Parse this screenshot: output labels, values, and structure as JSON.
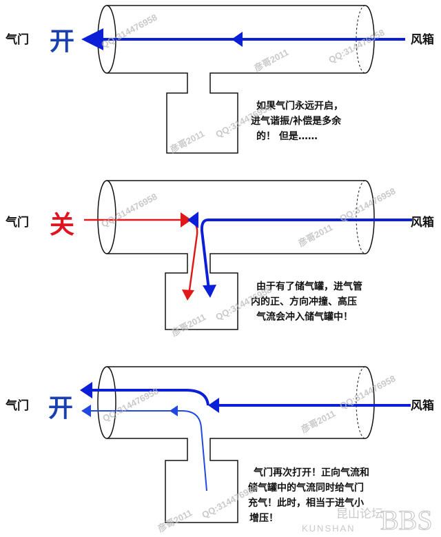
{
  "labels": {
    "valve": "气门",
    "airbox": "风箱"
  },
  "panels": [
    {
      "state": "开",
      "state_color": "#1a3fb0",
      "caption": [
        "如果气门永远开启，",
        "进气谐振/补偿是多余",
        "的！ 但是……"
      ]
    },
    {
      "state": "关",
      "state_color": "#e0141e",
      "caption": [
        "由于有了储气罐，进气管",
        "内的正、方向冲撞、高压",
        "气流会冲入储气罐中！"
      ]
    },
    {
      "state": "开",
      "state_color": "#1a3fb0",
      "caption": [
        "气门再次打开！正向气流和",
        "储气罐中的气流同时给气门",
        "充气！此时，相当于进气小",
        "增压！"
      ]
    }
  ],
  "watermarks": {
    "author": "彦哥2011",
    "qq": "QQ:314476958"
  },
  "logo": {
    "cn": "昆山论坛",
    "en": "KUNSHAN",
    "big": "BBS"
  },
  "colors": {
    "flow_blue": "#0a1fd6",
    "flow_red": "#e01818",
    "flow_blue_light": "#2248e0",
    "outline": "#111111"
  }
}
